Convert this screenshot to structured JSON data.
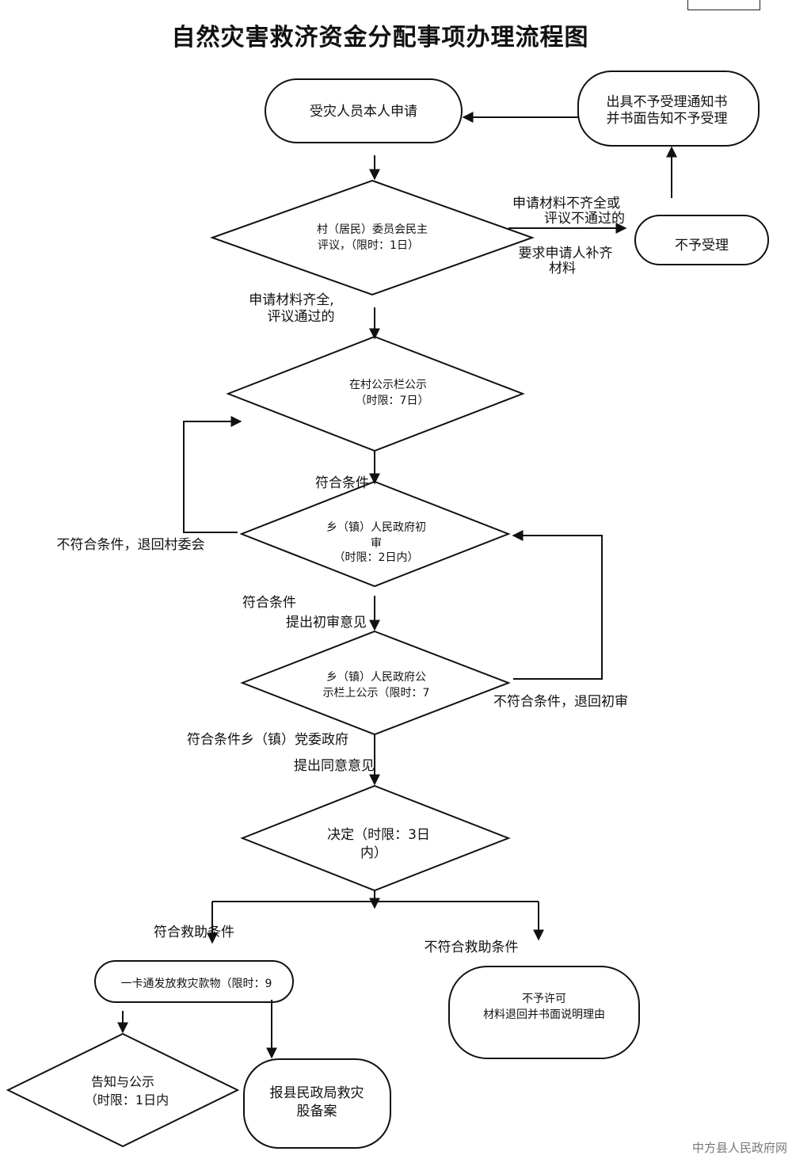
{
  "title": "自然灾害救济资金分配事项办理流程图",
  "watermark": "中方县人民政府网",
  "nodes": {
    "apply": "受灾人员本人申请",
    "notice": [
      "出具不予受理通知书",
      "并书面告知不予受理"
    ],
    "reject_accept": "不予受理",
    "review": [
      "村（居民）委员会民主",
      "评议，（限时：1日）"
    ],
    "village_publicity": [
      "在村公示栏公示",
      "（时限：7日）"
    ],
    "township_review": [
      "乡（镇）人民政府初",
      "审",
      "（时限：2日内）"
    ],
    "township_publicity": [
      "乡（镇）人民政府公",
      "示栏上公示（限时：7"
    ],
    "decision": [
      "决定（时限：3日",
      "内）"
    ],
    "issue_card": "一卡通发放救灾款物（限时：9",
    "deny_permit": [
      "不予许可",
      "材料退回并书面说明理由"
    ],
    "inform_publicity": [
      "告知与公示",
      "（时限：1日内"
    ],
    "report_filing": [
      "报县民政局救灾",
      "股备案"
    ]
  },
  "edges": {
    "incomplete": [
      "申请材料不齐全或",
      "评议不通过的"
    ],
    "supplement": [
      "要求申请人补齐",
      "材料"
    ],
    "complete": [
      "申请材料齐全,",
      "评议通过的"
    ],
    "qualified_1": "符合条件",
    "unqualified_return_village": "不符合条件，退回村委会",
    "qualified_2": "符合条件",
    "propose_opinion": "提出初审意见",
    "unqualified_return_review": "不符合条件，退回初审",
    "qualified_party": "符合条件乡（镇）党委政府",
    "agree_opinion": "提出同意意见",
    "meets_aid": "符合救助条件",
    "not_meets_aid": "不符合救助条件"
  }
}
